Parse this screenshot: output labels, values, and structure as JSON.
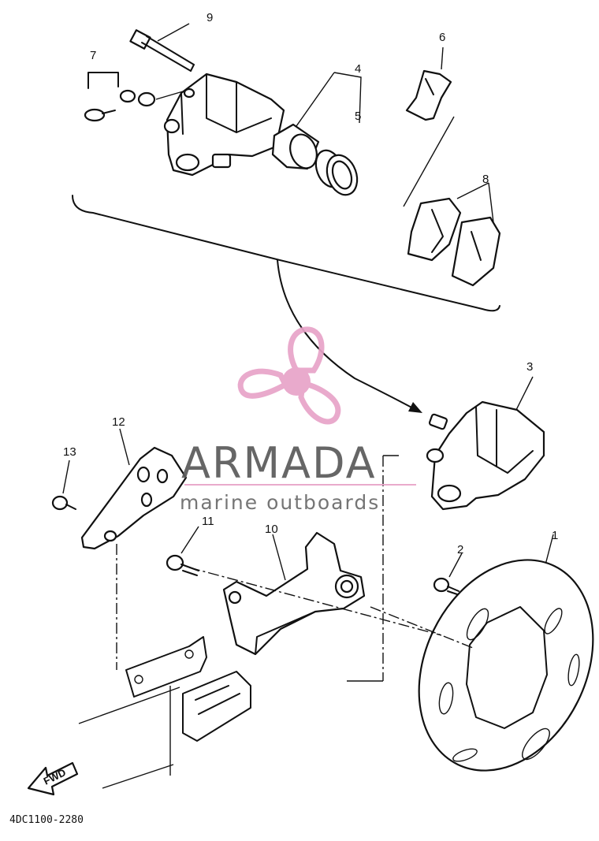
{
  "diagram": {
    "callouts": {
      "c1": "1",
      "c2": "2",
      "c3": "3",
      "c4": "4",
      "c5": "5",
      "c6": "6",
      "c7": "7",
      "c8": "8",
      "c9": "9",
      "c10": "10",
      "c11": "11",
      "c12": "12",
      "c13": "13"
    },
    "direction_label": "FWD",
    "diagram_code": "4DC1100-2280"
  },
  "watermark": {
    "brand": "ARMADA",
    "tagline": "marine outboards",
    "logo_color": "#e8a3c8",
    "text_color": "#5a5a5a"
  }
}
